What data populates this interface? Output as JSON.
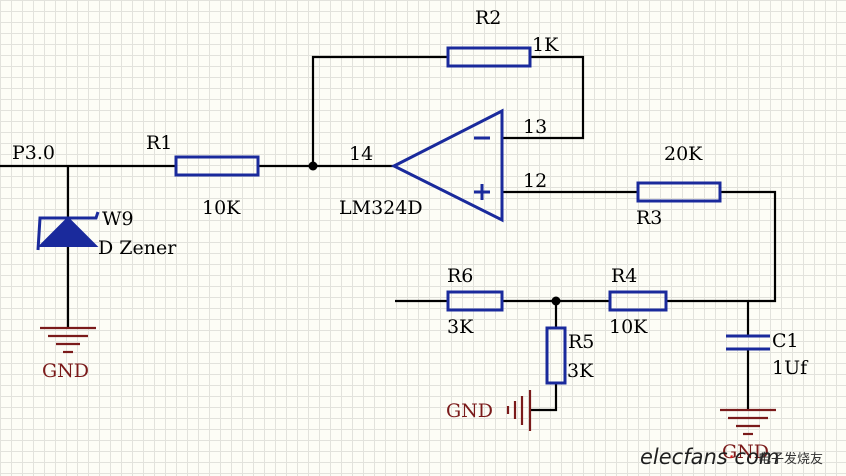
{
  "labels": {
    "net_p30": "P3.0",
    "r1": "R1",
    "r1_value": "10K",
    "w9": "W9",
    "w9_type": "D Zener",
    "pin14": "14",
    "opamp": "LM324D",
    "r2": "R2",
    "r2_value": "1K",
    "pin13": "13",
    "pin12": "12",
    "r3_value": "20K",
    "r3": "R3",
    "r6": "R6",
    "r6_value": "3K",
    "r4": "R4",
    "r4_value": "10K",
    "r5": "R5",
    "r5_value": "3K",
    "c1": "C1",
    "c1_value": "1Uf",
    "gnd_left": "GND",
    "gnd_mid": "GND",
    "gnd_right": "GND"
  },
  "watermark": {
    "site": "elecfans",
    "dot": "·",
    "domain": "com",
    "chinese": "电子发烧友"
  },
  "colors": {
    "wire": "#000000",
    "component": "#1a2a9c",
    "ground": "#7a1a1a"
  }
}
